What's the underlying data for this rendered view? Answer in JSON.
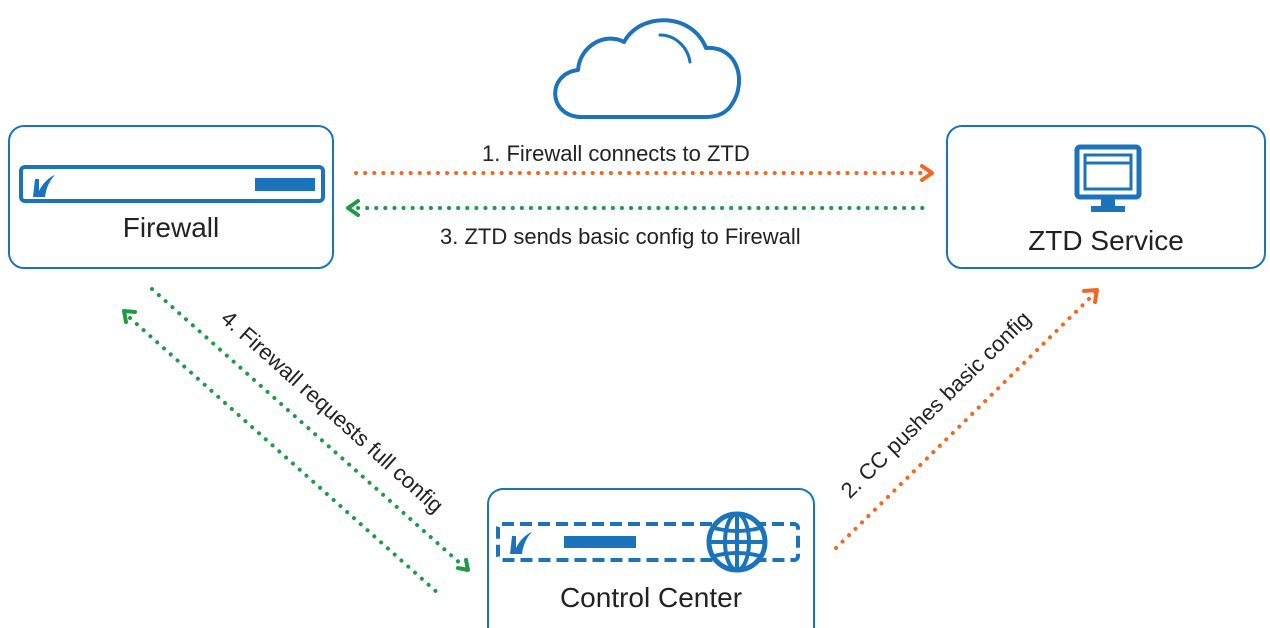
{
  "nodes": {
    "firewall": {
      "label": "Firewall"
    },
    "ztd_service": {
      "label": "ZTD Service"
    },
    "control_center": {
      "label": "Control Center"
    }
  },
  "edges": [
    {
      "step": 1,
      "label": "1. Firewall connects to ZTD",
      "from": "Firewall",
      "to": "ZTD Service",
      "color": "#f26722"
    },
    {
      "step": 2,
      "label": "2. CC pushes basic config",
      "from": "Control Center",
      "to": "ZTD Service",
      "color": "#f26722"
    },
    {
      "step": 3,
      "label": "3. ZTD sends basic config to Firewall",
      "from": "ZTD Service",
      "to": "Firewall",
      "color": "#1e9a48"
    },
    {
      "step": 4,
      "label": "4. Firewall requests full config",
      "from": "Firewall",
      "to": "Control Center",
      "color": "#1e9a48"
    }
  ],
  "icons": [
    "cloud-icon",
    "firewall-appliance-icon",
    "monitor-icon",
    "control-center-appliance-icon",
    "globe-icon"
  ],
  "colors": {
    "box_border": "#1a73bb",
    "orange": "#f26722",
    "green": "#1e9a48"
  }
}
